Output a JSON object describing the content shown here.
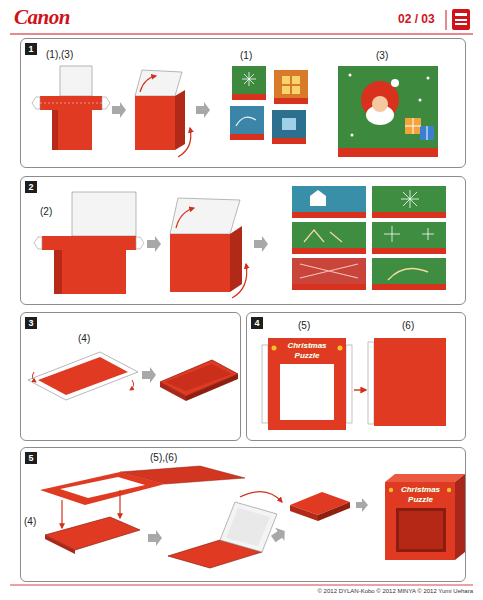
{
  "diagram": {
    "nodes": [
      {
        "text": [
          "1"
        ]
      },
      {
        "text": [
          "2"
        ]
      },
      {
        "text": [
          "3"
        ]
      },
      {
        "text": [
          "4"
        ]
      },
      {
        "text": [
          "5"
        ]
      }
    ],
    "labels": [
      "Canon",
      "02 / 03",
      "(1),(3)",
      "(1)",
      "(3)",
      "(2)",
      "(4)",
      "(5)",
      "(6)",
      "Christmas Puzzle",
      "(5),(6)",
      "(4)",
      "Christmas Puzzle",
      "© 2012 DYLAN-Kobo © 2012 MINYA © 2012 Yumi Uehara"
    ]
  }
}
